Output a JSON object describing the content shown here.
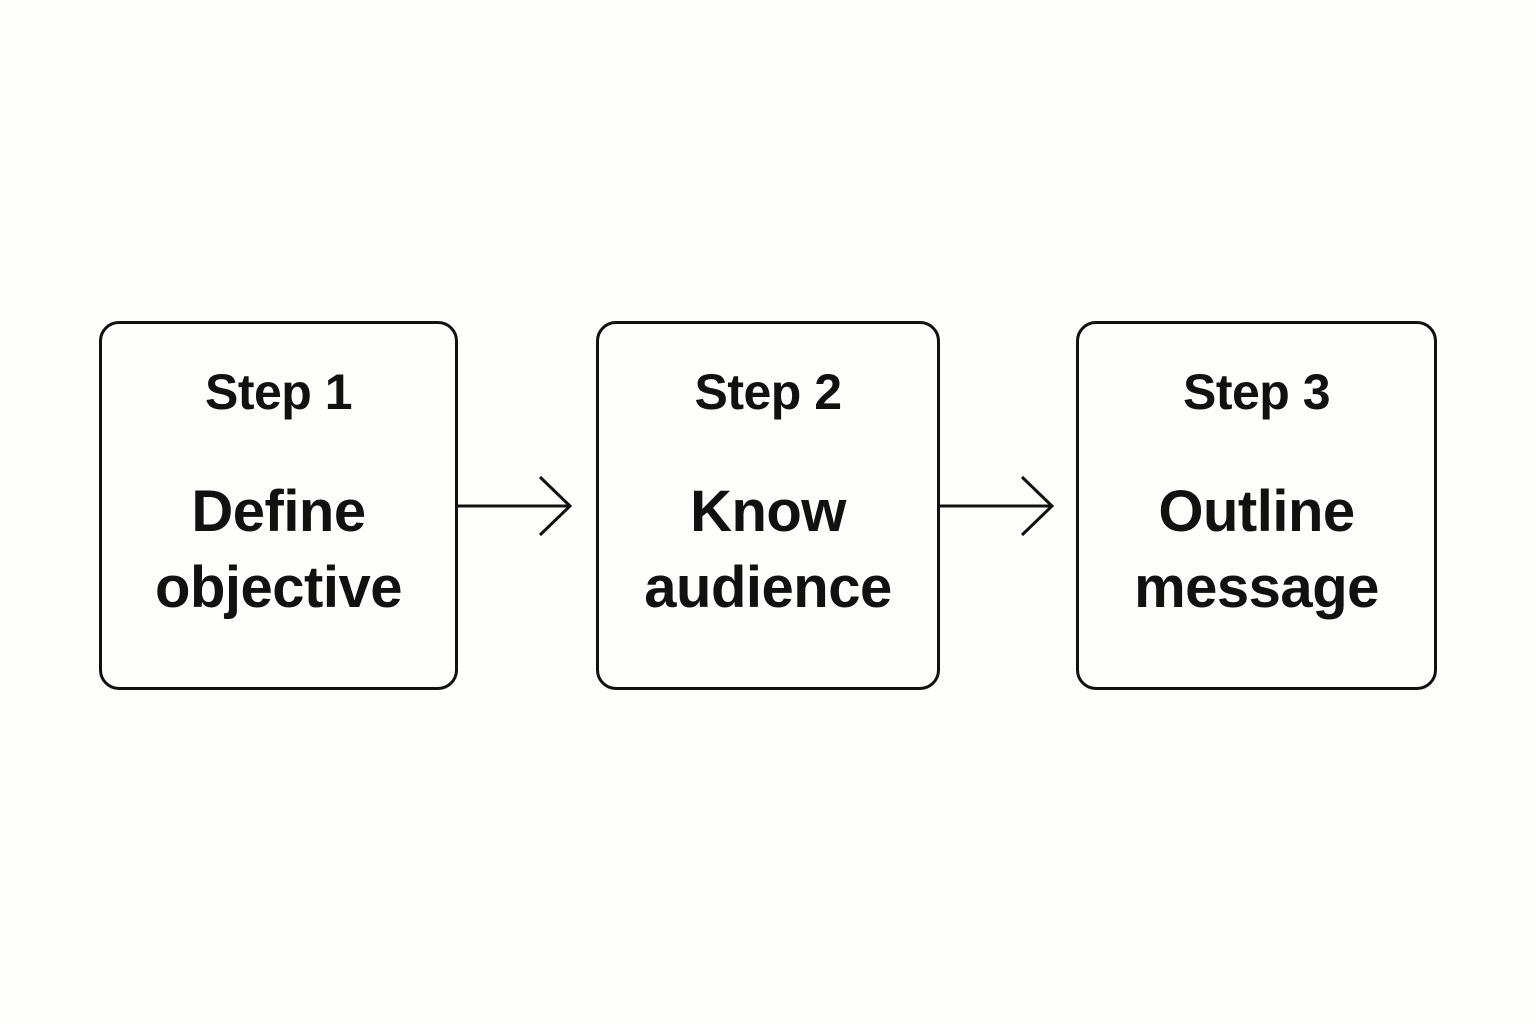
{
  "diagram": {
    "steps": [
      {
        "number": "Step 1",
        "label_line1": "Define",
        "label_line2": "objective"
      },
      {
        "number": "Step 2",
        "label_line1": "Know",
        "label_line2": "audience"
      },
      {
        "number": "Step 3",
        "label_line1": "Outline",
        "label_line2": "message"
      }
    ],
    "colors": {
      "stroke": "#111111",
      "background": "#fdfdfb"
    }
  }
}
